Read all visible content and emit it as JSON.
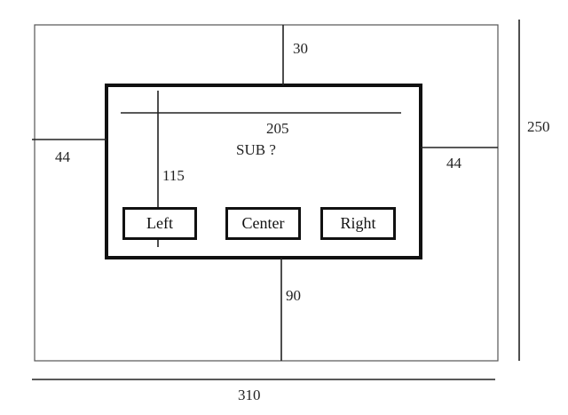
{
  "dimensions": {
    "outer_height": "250",
    "outer_width": "310",
    "top_margin": "30",
    "left_margin": "44",
    "right_margin": "44",
    "bottom_margin": "90",
    "dialog_width": "205",
    "dialog_height": "115"
  },
  "dialog": {
    "title": "SUB ?"
  },
  "buttons": {
    "left": "Left",
    "center": "Center",
    "right": "Right"
  }
}
